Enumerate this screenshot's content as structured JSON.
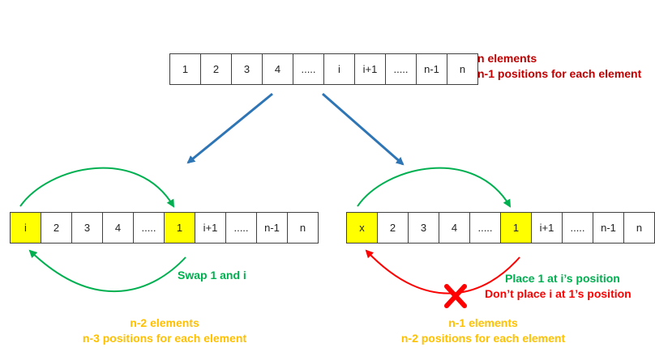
{
  "top": {
    "cells": [
      "1",
      "2",
      "3",
      "4",
      ".....",
      "i",
      "i+1",
      ".....",
      "n-1",
      "n"
    ],
    "label_line1": "n elements",
    "label_line2": "n-1 positions for each element"
  },
  "left": {
    "cells": [
      "i",
      "2",
      "3",
      "4",
      ".....",
      "1",
      "i+1",
      ".....",
      "n-1",
      "n"
    ],
    "highlighted": [
      0,
      5
    ],
    "swap_label": "Swap 1 and i",
    "label_line1": "n-2 elements",
    "label_line2": "n-3 positions for each element"
  },
  "right": {
    "cells": [
      "x",
      "2",
      "3",
      "4",
      ".....",
      "1",
      "i+1",
      ".....",
      "n-1",
      "n"
    ],
    "highlighted": [
      0,
      5
    ],
    "place_label": "Place 1 at i’s position",
    "dont_label": "Don’t place i at 1’s position",
    "label_line1": "n-1 elements",
    "label_line2": "n-2 positions for each element"
  },
  "colors": {
    "dark_red": "#c00000",
    "green": "#00b050",
    "red": "#ff0000",
    "orange": "#ffc000",
    "blue": "#2e75b6",
    "highlight": "#ffff00"
  }
}
